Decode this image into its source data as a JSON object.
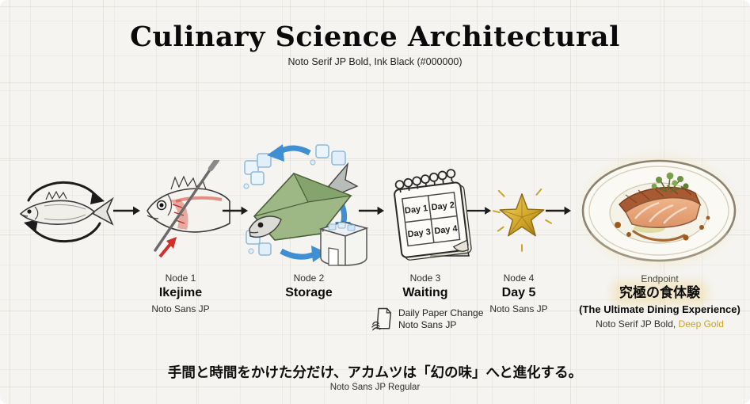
{
  "colors": {
    "ink": "#000000",
    "gold": "#c9a227",
    "background": "#f5f4f1"
  },
  "header": {
    "title": "Culinary Science Architectural",
    "subtitle": "Noto Serif JP Bold, Ink Black (#000000)"
  },
  "nodes": {
    "node1": {
      "kicker": "Node 1",
      "title": "Ikejime",
      "font_note": "Noto Sans JP"
    },
    "node2": {
      "kicker": "Node 2",
      "title": "Storage"
    },
    "node3": {
      "kicker": "Node 3",
      "title": "Waiting",
      "note_line1": "Daily Paper Change",
      "note_line2": "Noto Sans JP"
    },
    "node4": {
      "kicker": "Node 4",
      "title": "Day 5",
      "font_note": "Noto Sans JP"
    },
    "endpoint": {
      "kicker": "Endpoint",
      "title_jp": "究極の食体験",
      "title_en": "(The Ultimate Dining Experience)",
      "font_note_prefix": "Noto Serif JP Bold, ",
      "font_note_accent": "Deep Gold"
    }
  },
  "calendar": {
    "cells": [
      "Day 1",
      "Day 2",
      "Day 3",
      "Day 4"
    ]
  },
  "footer": {
    "text": "手間と時間をかけた分だけ、アカムツは「幻の味」へと進化する。",
    "font_note": "Noto Sans JP Regular"
  }
}
